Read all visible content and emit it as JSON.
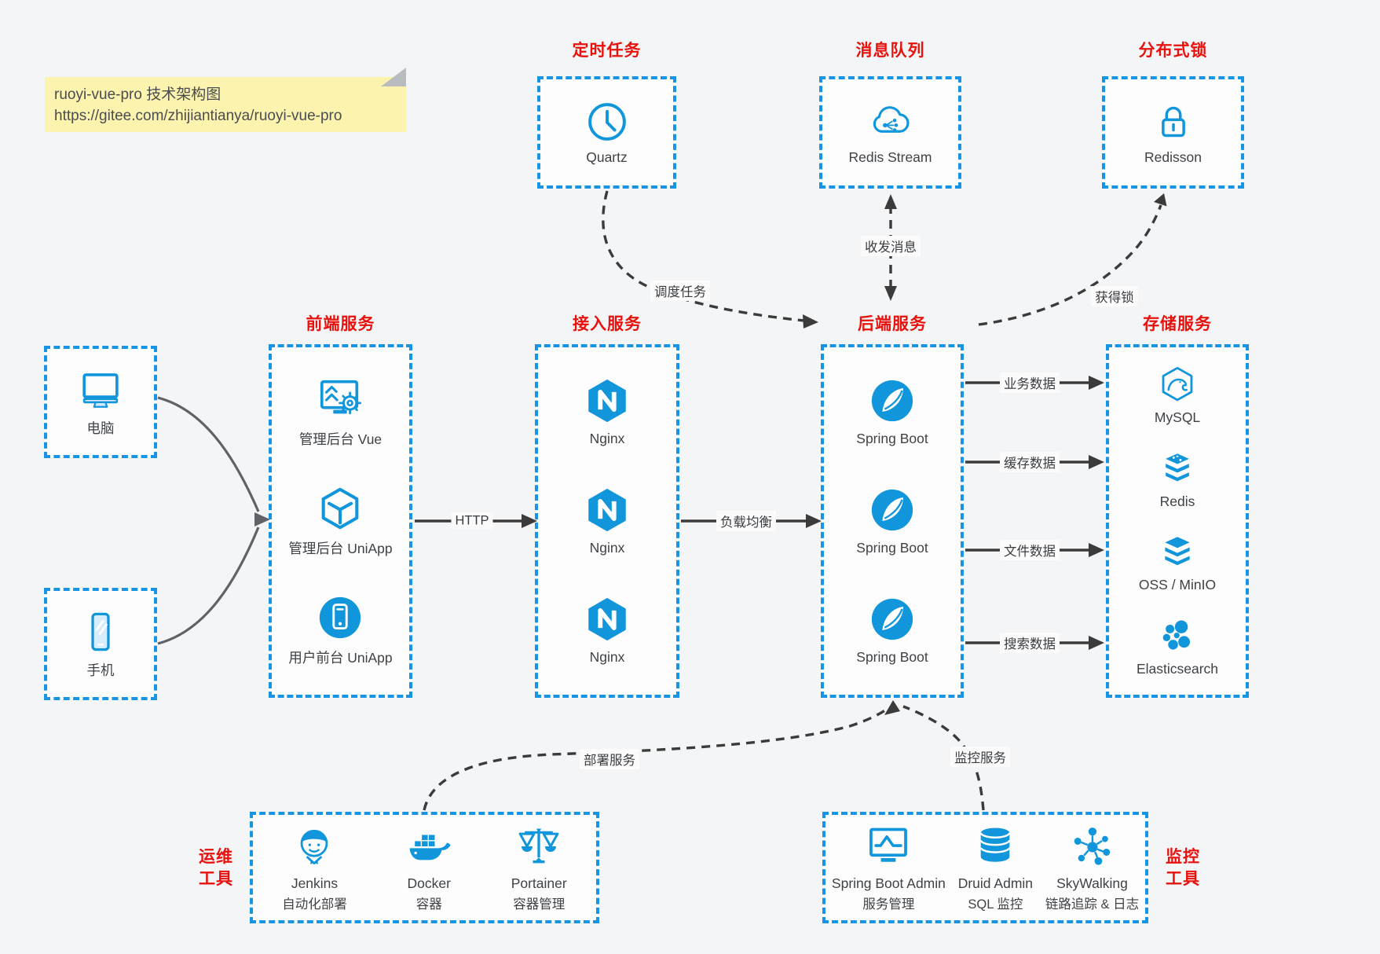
{
  "note": {
    "line1": "ruoyi-vue-pro 技术架构图",
    "line2": "https://gitee.com/zhijiantianya/ruoyi-vue-pro"
  },
  "groups": {
    "scheduled_task": {
      "title": "定时任务",
      "item": {
        "label": "Quartz",
        "icon": "clock-icon"
      }
    },
    "message_queue": {
      "title": "消息队列",
      "item": {
        "label": "Redis Stream",
        "icon": "cloud-stream-icon"
      }
    },
    "distributed_lock": {
      "title": "分布式锁",
      "item": {
        "label": "Redisson",
        "icon": "lock-icon"
      }
    },
    "clients": {
      "items": [
        {
          "label": "电脑",
          "icon": "desktop-icon"
        },
        {
          "label": "手机",
          "icon": "mobile-icon"
        }
      ]
    },
    "frontend": {
      "title": "前端服务",
      "items": [
        {
          "label": "管理后台 Vue",
          "icon": "admin-dashboard-icon"
        },
        {
          "label": "管理后台 UniApp",
          "icon": "cube-icon"
        },
        {
          "label": "用户前台 UniApp",
          "icon": "mobile-app-icon"
        }
      ]
    },
    "gateway": {
      "title": "接入服务",
      "items": [
        {
          "label": "Nginx",
          "icon": "nginx-icon"
        },
        {
          "label": "Nginx",
          "icon": "nginx-icon"
        },
        {
          "label": "Nginx",
          "icon": "nginx-icon"
        }
      ]
    },
    "backend": {
      "title": "后端服务",
      "items": [
        {
          "label": "Spring Boot",
          "icon": "spring-icon"
        },
        {
          "label": "Spring Boot",
          "icon": "spring-icon"
        },
        {
          "label": "Spring Boot",
          "icon": "spring-icon"
        }
      ]
    },
    "storage": {
      "title": "存储服务",
      "items": [
        {
          "label": "MySQL",
          "icon": "mysql-icon"
        },
        {
          "label": "Redis",
          "icon": "redis-icon"
        },
        {
          "label": "OSS / MinIO",
          "icon": "oss-icon"
        },
        {
          "label": "Elasticsearch",
          "icon": "elasticsearch-icon"
        }
      ]
    },
    "devops": {
      "title_line1": "运维",
      "title_line2": "工具",
      "items": [
        {
          "label": "Jenkins",
          "sublabel": "自动化部署",
          "icon": "jenkins-icon"
        },
        {
          "label": "Docker",
          "sublabel": "容器",
          "icon": "docker-icon"
        },
        {
          "label": "Portainer",
          "sublabel": "容器管理",
          "icon": "portainer-icon"
        }
      ]
    },
    "monitoring": {
      "title_line1": "监控",
      "title_line2": "工具",
      "items": [
        {
          "label": "Spring Boot Admin",
          "sublabel": "服务管理",
          "icon": "monitor-chart-icon"
        },
        {
          "label": "Druid Admin",
          "sublabel": "SQL 监控",
          "icon": "database-icon"
        },
        {
          "label": "SkyWalking",
          "sublabel": "链路追踪 & 日志",
          "icon": "topology-icon"
        }
      ]
    }
  },
  "edges": {
    "schedule_task": "调度任务",
    "send_receive_message": "收发消息",
    "acquire_lock": "获得锁",
    "http": "HTTP",
    "load_balance": "负载均衡",
    "business_data": "业务数据",
    "cache_data": "缓存数据",
    "file_data": "文件数据",
    "search_data": "搜索数据",
    "deploy_service": "部署服务",
    "monitor_service": "监控服务"
  },
  "colors": {
    "accent_blue": "#1795e4",
    "icon_blue": "#1296db",
    "title_red": "#e7120d",
    "line_dark": "#3b3b3b",
    "client_line_gray": "#5f6368",
    "note_bg": "#fbf3ae",
    "page_bg": "#f4f5f6",
    "box_bg": "#fdfdfe"
  }
}
